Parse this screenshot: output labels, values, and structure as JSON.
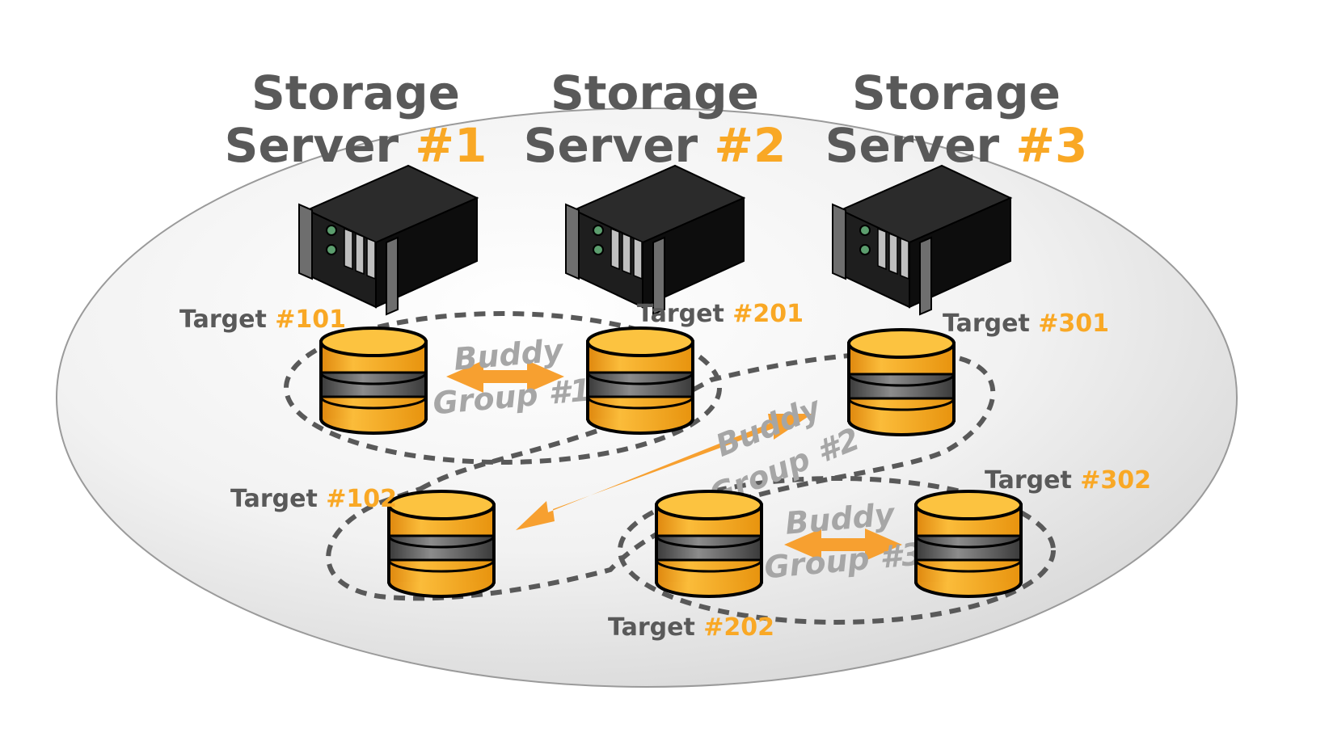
{
  "servers": [
    {
      "line1": "Storage",
      "line2": "Server",
      "number": "#1"
    },
    {
      "line1": "Storage",
      "line2": "Server",
      "number": "#2"
    },
    {
      "line1": "Storage",
      "line2": "Server",
      "number": "#3"
    }
  ],
  "targets": [
    {
      "label": "Target",
      "number": "#101"
    },
    {
      "label": "Target",
      "number": "#201"
    },
    {
      "label": "Target",
      "number": "#301"
    },
    {
      "label": "Target",
      "number": "#102"
    },
    {
      "label": "Target",
      "number": "#302"
    },
    {
      "label": "Target",
      "number": "#202"
    }
  ],
  "groups": [
    {
      "line1": "Buddy",
      "line2": "Group #1"
    },
    {
      "line1": "Buddy",
      "line2": "Group #2"
    },
    {
      "line1": "Buddy",
      "line2": "Group #3"
    }
  ],
  "colors": {
    "accent": "#f9a825",
    "text": "#595959",
    "group_text": "#a6a6a6",
    "disk": "#f9a825",
    "server": "#1a1a1a"
  }
}
